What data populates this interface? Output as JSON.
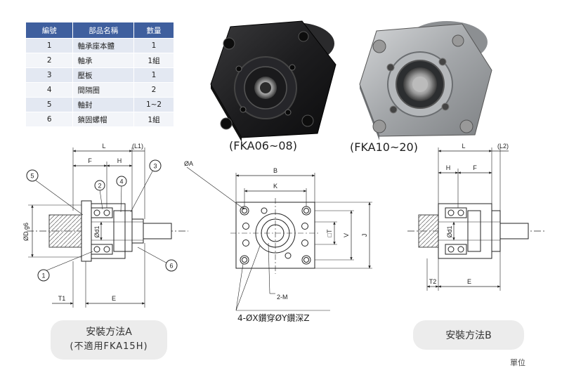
{
  "parts_table": {
    "headers": [
      "編號",
      "部品名稱",
      "數量"
    ],
    "rows": [
      {
        "no": "1",
        "name": "軸承座本體",
        "qty": "1"
      },
      {
        "no": "2",
        "name": "軸承",
        "qty": "1組"
      },
      {
        "no": "3",
        "name": "壓板",
        "qty": "1"
      },
      {
        "no": "4",
        "name": "間隔圈",
        "qty": "2"
      },
      {
        "no": "5",
        "name": "軸封",
        "qty": "1~2"
      },
      {
        "no": "6",
        "name": "鎖固螺帽",
        "qty": "1組"
      }
    ]
  },
  "models": {
    "black": "(FKA06~08)",
    "silver": "(FKA10~20)"
  },
  "drawing_a": {
    "dims": {
      "L": "L",
      "L1": "(L1)",
      "F": "F",
      "H": "H",
      "T1": "T1",
      "E": "E",
      "d1": "Ød1",
      "D": "ØD g6"
    },
    "balloons": [
      "1",
      "2",
      "3",
      "4",
      "5",
      "6"
    ]
  },
  "drawing_front": {
    "dims": {
      "A": "ØA",
      "B": "B",
      "K": "K",
      "DT": "□T",
      "V": "V",
      "J": "J",
      "M": "2-M"
    },
    "hole_callout": "4-ØX鑽穿ØY鑽深Z"
  },
  "drawing_b": {
    "dims": {
      "L": "L",
      "L2": "(L2)",
      "H": "H",
      "F": "F",
      "T2": "T2",
      "E": "E",
      "d1": "Ød1"
    }
  },
  "methods": {
    "a_title": "安裝方法A",
    "a_note": "(不適用FKA15H)",
    "b_title": "安裝方法B"
  },
  "corner_text": "單位"
}
